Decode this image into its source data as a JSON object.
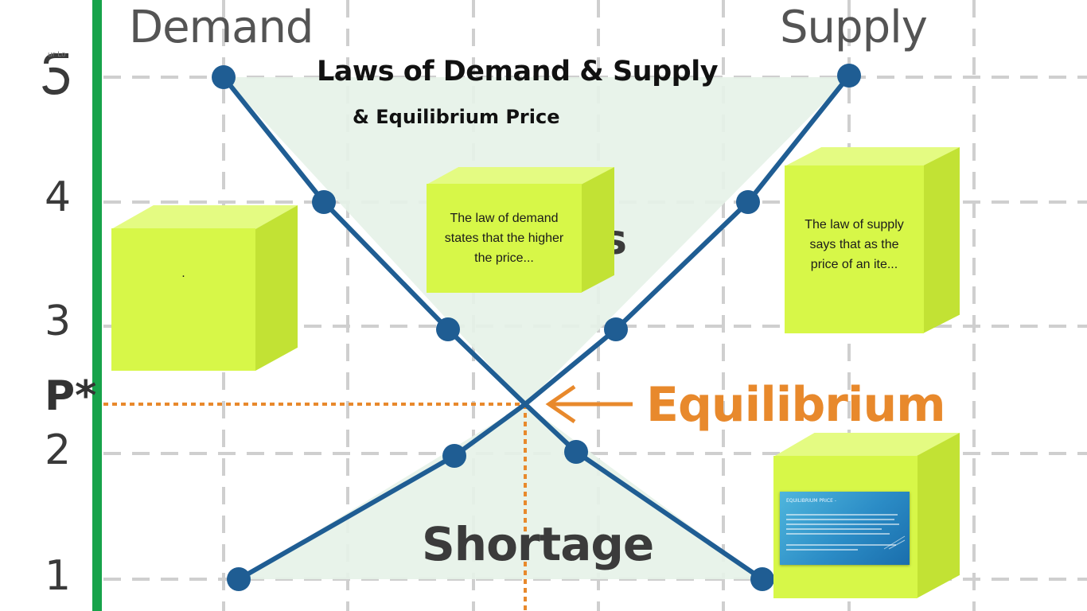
{
  "slide": {
    "title": "Laws of Demand & Supply",
    "subtitle": "& Equilibrium Price",
    "corner_tag": "ur Lo"
  },
  "graph_labels": {
    "demand": "Demand",
    "supply": "Supply",
    "equilibrium": "Equilibrium",
    "shortage": "Shortage",
    "surplus_fragment": "s",
    "p_star": "P*",
    "price_ticks": [
      "1",
      "2",
      "3",
      "4"
    ]
  },
  "cubes": {
    "left_note": ".",
    "demand_note": "The law of demand states that the higher the price...",
    "supply_note": "The law of supply says that as the price of an ite...",
    "equilibrium_thumb_title": "EQUILIBRIUM PRICE -"
  },
  "colors": {
    "curve": "#1f5d93",
    "equilibrium": "#e8892c",
    "axis": "#17a34a",
    "cube_front": "#d7f748",
    "shade": "#e6f2e8"
  }
}
